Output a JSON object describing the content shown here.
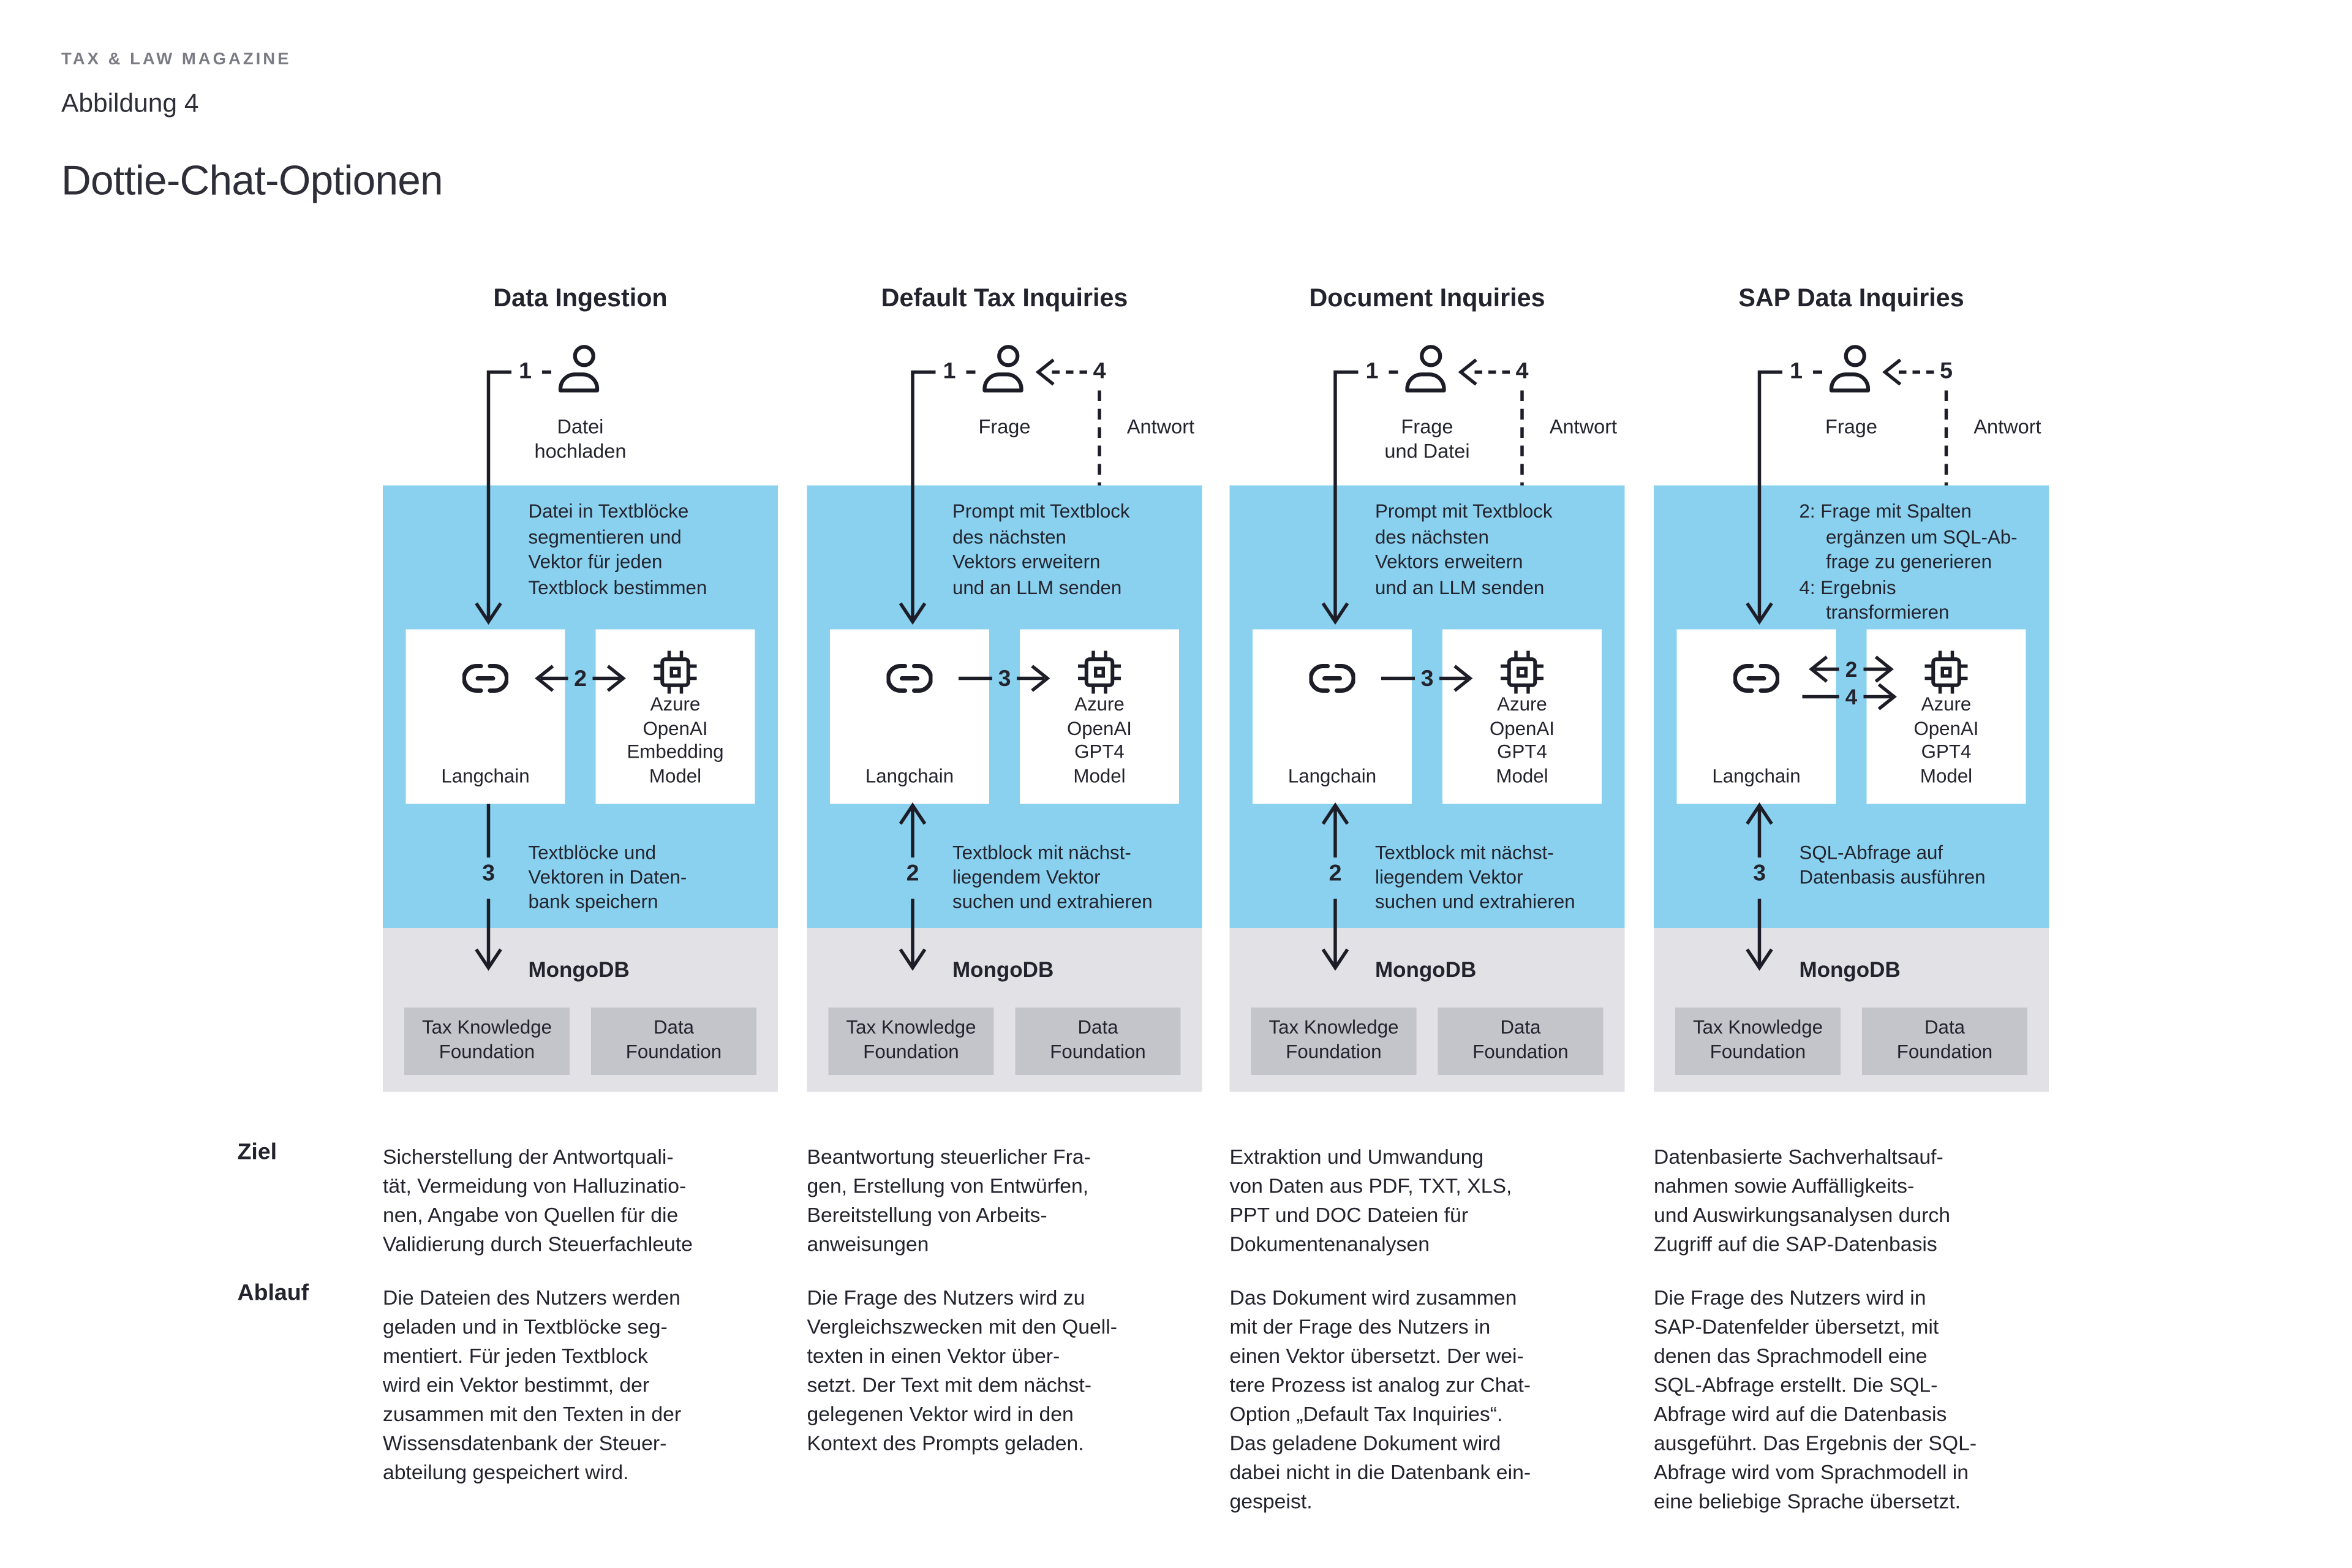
{
  "page": {
    "kicker": "TAX & LAW MAGAZINE",
    "figure_label": "Abbildung 4",
    "title": "Dottie-Chat-Optionen"
  },
  "row_labels": {
    "ziel": "Ziel",
    "ablauf": "Ablauf"
  },
  "colors": {
    "accent_blue": "#89d1ee",
    "panel_gray": "#e1e1e6",
    "box_gray": "#c3c5cb",
    "ink": "#1d1d28",
    "kicker_gray": "#7b7b85"
  },
  "columns": [
    {
      "title": "Data Ingestion",
      "flow": {
        "request_num": "1",
        "request_label": "Datei\nhochladen",
        "blue_text": "Datei in Textblöcke\nsegmentieren und\nVektor für jeden\nTextblock bestimmen",
        "left_box_label": "Langchain",
        "right_box_label": "Azure\nOpenAI\nEmbedding\nModel",
        "mid_num": "2",
        "lower_num": "3",
        "lower_text": "Textblöcke und\nVektoren in Daten-\nbank speichern",
        "db_label": "MongoDB",
        "db_box1": "Tax Knowledge\nFoundation",
        "db_box2": "Data\nFoundation"
      },
      "ziel": "Sicherstellung der Antwortquali-\ntät, Vermeidung von Halluzinatio-\nnen, Angabe von Quellen für die\nValidierung durch Steuerfachleute",
      "ablauf": "Die Dateien des Nutzers werden\ngeladen und in Textblöcke seg-\nmentiert. Für jeden Textblock\nwird ein Vektor bestimmt, der\nzusammen mit den Texten in der\nWissensdatenbank der Steuer-\nabteilung gespeichert wird."
    },
    {
      "title": "Default Tax Inquiries",
      "flow": {
        "request_num": "1",
        "request_label": "Frage",
        "response_num": "4",
        "response_label": "Antwort",
        "blue_text": "Prompt mit Textblock\ndes nächsten\nVektors erweitern\nund an LLM senden",
        "left_box_label": "Langchain",
        "right_box_label": "Azure\nOpenAI\nGPT4\nModel",
        "mid_num": "3",
        "lower_num": "2",
        "lower_text": "Textblock mit nächst-\nliegendem Vektor\nsuchen und extrahieren",
        "db_label": "MongoDB",
        "db_box1": "Tax Knowledge\nFoundation",
        "db_box2": "Data\nFoundation"
      },
      "ziel": "Beantwortung steuerlicher Fra-\ngen, Erstellung von Entwürfen,\nBereitstellung von Arbeits-\nanweisungen",
      "ablauf": "Die Frage des Nutzers wird zu\nVergleichszwecken mit den Quell-\ntexten in einen Vektor über-\nsetzt. Der Text mit dem nächst-\ngelegenen Vektor wird in den\nKontext des Prompts geladen."
    },
    {
      "title": "Document Inquiries",
      "flow": {
        "request_num": "1",
        "request_label": "Frage\nund Datei",
        "response_num": "4",
        "response_label": "Antwort",
        "blue_text": "Prompt mit Textblock\ndes nächsten\nVektors erweitern\nund an LLM senden",
        "left_box_label": "Langchain",
        "right_box_label": "Azure\nOpenAI\nGPT4\nModel",
        "mid_num": "3",
        "lower_num": "2",
        "lower_text": "Textblock mit nächst-\nliegendem Vektor\nsuchen und extrahieren",
        "db_label": "MongoDB",
        "db_box1": "Tax Knowledge\nFoundation",
        "db_box2": "Data\nFoundation"
      },
      "ziel": "Extraktion und Umwandung\nvon Daten aus PDF, TXT, XLS,\nPPT und DOC Dateien für\nDokumentenanalysen",
      "ablauf": "Das Dokument wird zusammen\nmit der Frage des Nutzers in\neinen Vektor übersetzt. Der wei-\ntere Prozess ist analog zur Chat-\nOption „Default Tax Inquiries“.\nDas geladene Dokument wird\ndabei nicht in die Datenbank ein-\ngespeist."
    },
    {
      "title": "SAP Data Inquiries",
      "flow": {
        "request_num": "1",
        "request_label": "Frage",
        "response_num": "5",
        "response_label": "Antwort",
        "blue_text": "2: Frage mit Spalten\n     ergänzen um SQL-Ab-\n     frage zu generieren\n4: Ergebnis\n     transformieren",
        "left_box_label": "Langchain",
        "right_box_label": "Azure\nOpenAI\nGPT4\nModel",
        "mid_num": "2",
        "mid_num2": "4",
        "lower_num": "3",
        "lower_text": "SQL-Abfrage auf\nDatenbasis ausführen",
        "db_label": "MongoDB",
        "db_box1": "Tax Knowledge\nFoundation",
        "db_box2": "Data\nFoundation"
      },
      "ziel": "Datenbasierte Sachverhaltsauf-\nnahmen sowie Auffälligkeits-\nund Auswirkungsanalysen durch\nZugriff auf die SAP-Datenbasis",
      "ablauf": "Die Frage des Nutzers wird in\nSAP-Datenfelder übersetzt, mit\ndenen das Sprachmodell eine\nSQL-Abfrage erstellt. Die SQL-\nAbfrage wird auf die Datenbasis\nausgeführt. Das Ergebnis der SQL-\nAbfrage wird vom Sprachmodell in\neine beliebige Sprache übersetzt."
    }
  ]
}
